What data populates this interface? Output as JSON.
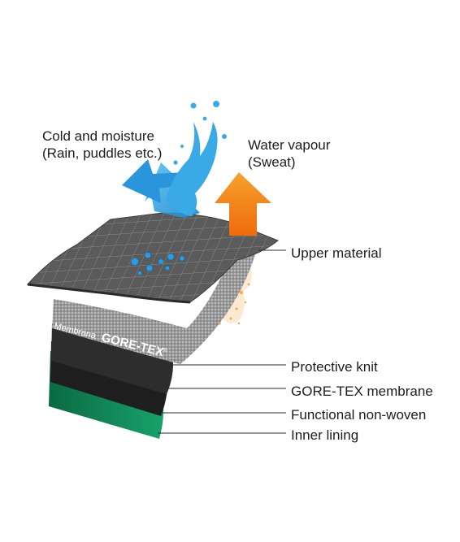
{
  "labels": {
    "cold_line1": "Cold and moisture",
    "cold_line2": "(Rain, puddles etc.)",
    "vapour_line1": "Water vapour",
    "vapour_line2": "(Sweat)",
    "upper_material": "Upper material",
    "protective_knit": "Protective knit",
    "gore_membrane": "GORE-TEX membrane",
    "functional_nonwoven": "Functional non-woven",
    "inner_lining": "Inner lining"
  },
  "brand": {
    "membrana": "Membrana",
    "gore_tex": "GORE-TEX",
    "registered": "®"
  },
  "colors": {
    "water_blue": "#2f9fe0",
    "vapour_orange": "#f07d12",
    "upper_gray": "#5a5a5a",
    "knit_gray": "#a9a9a9",
    "membrane_dark": "#2a2a2a",
    "lining_green": "#0f7a4d"
  }
}
